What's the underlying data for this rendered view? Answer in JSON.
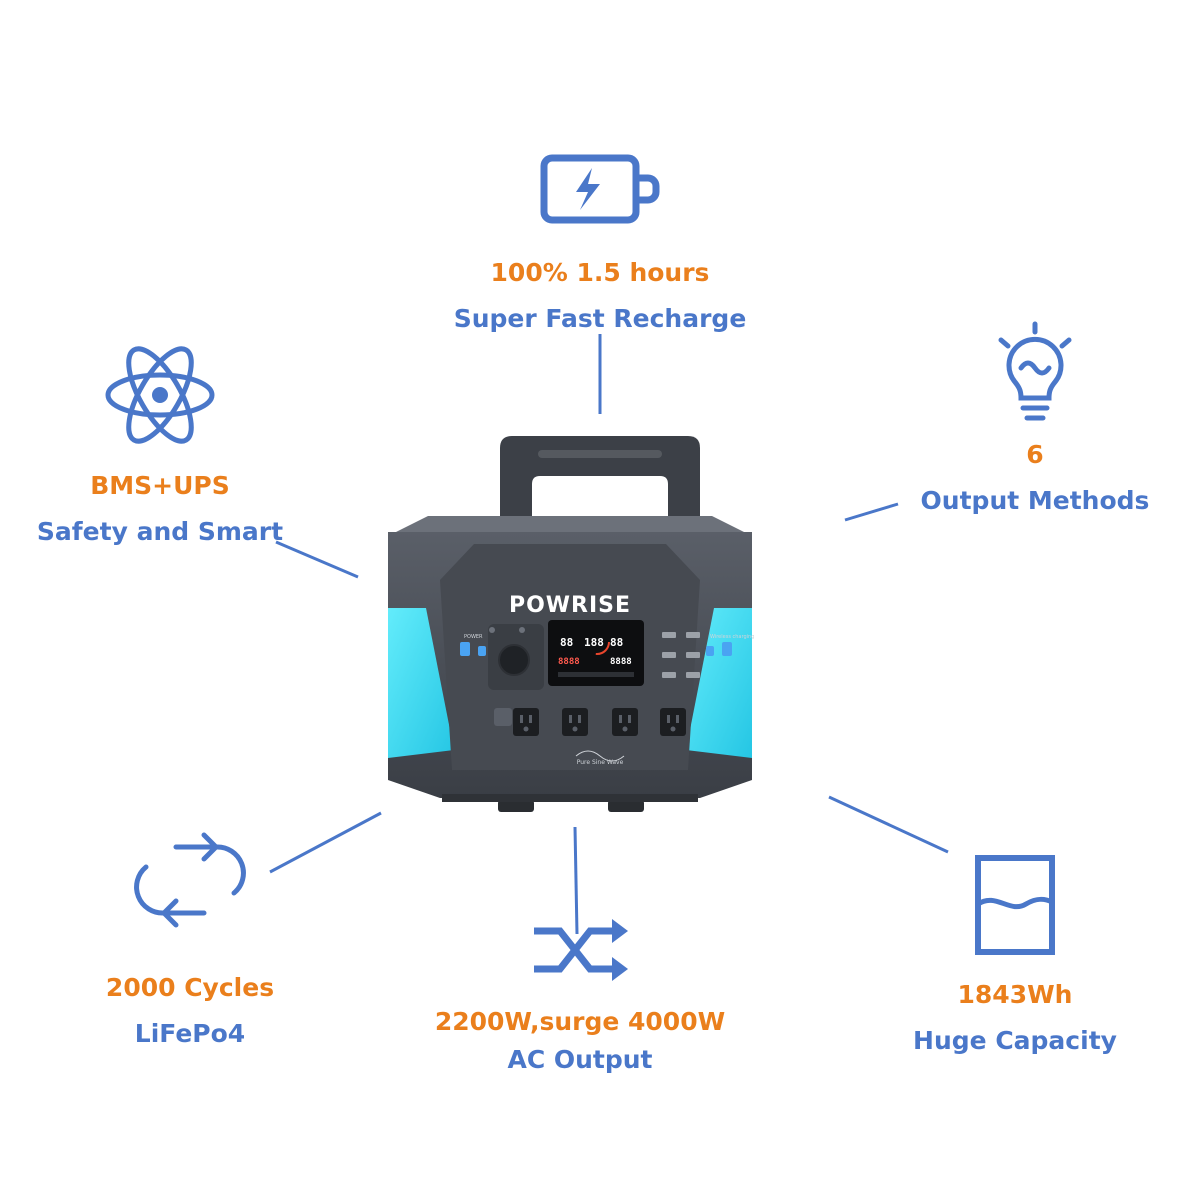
{
  "colors": {
    "accent_orange": "#ea7f1c",
    "accent_blue": "#4a77c9",
    "glow_cyan": "#3ee0f5"
  },
  "product": {
    "brand": "POWRISE",
    "waveform_label": "Pure Sine Wave",
    "power_label": "POWER",
    "wireless_label": "Wireless charging"
  },
  "features": {
    "recharge": {
      "icon": "battery-charging-icon",
      "primary": "100% 1.5 hours",
      "secondary": "Super Fast Recharge"
    },
    "safety": {
      "icon": "atom-icon",
      "primary": "BMS+UPS",
      "secondary": "Safety and Smart"
    },
    "outputs": {
      "icon": "lightbulb-icon",
      "primary": "6",
      "secondary": "Output Methods"
    },
    "cycles": {
      "icon": "cycle-arrows-icon",
      "primary": "2000 Cycles",
      "secondary": "LiFePo4"
    },
    "ac_output": {
      "icon": "shuffle-arrows-icon",
      "primary": "2200W,surge 4000W",
      "secondary": "AC Output"
    },
    "capacity": {
      "icon": "battery-level-icon",
      "primary": "1843Wh",
      "secondary": "Huge Capacity"
    }
  }
}
